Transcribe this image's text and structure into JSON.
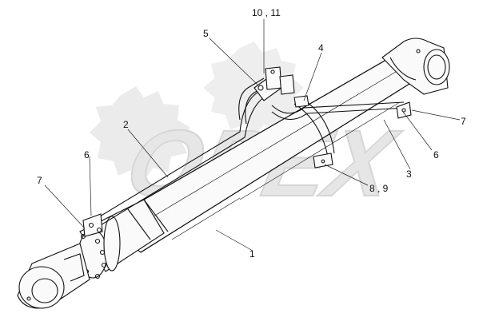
{
  "watermark": {
    "text": "OPEX"
  },
  "callouts": [
    {
      "id": "c-10-11",
      "text": "10 , 11"
    },
    {
      "id": "c-5",
      "text": "5"
    },
    {
      "id": "c-4",
      "text": "4"
    },
    {
      "id": "c-2",
      "text": "2"
    },
    {
      "id": "c-7-right",
      "text": "7"
    },
    {
      "id": "c-6-right",
      "text": "6"
    },
    {
      "id": "c-6-left",
      "text": "6"
    },
    {
      "id": "c-7-left",
      "text": "7"
    },
    {
      "id": "c-8-9",
      "text": "8 , 9"
    },
    {
      "id": "c-3",
      "text": "3"
    },
    {
      "id": "c-1",
      "text": "1"
    }
  ],
  "colors": {
    "line": "#111111",
    "watermark": "#e2e2e2",
    "background": "#ffffff"
  }
}
